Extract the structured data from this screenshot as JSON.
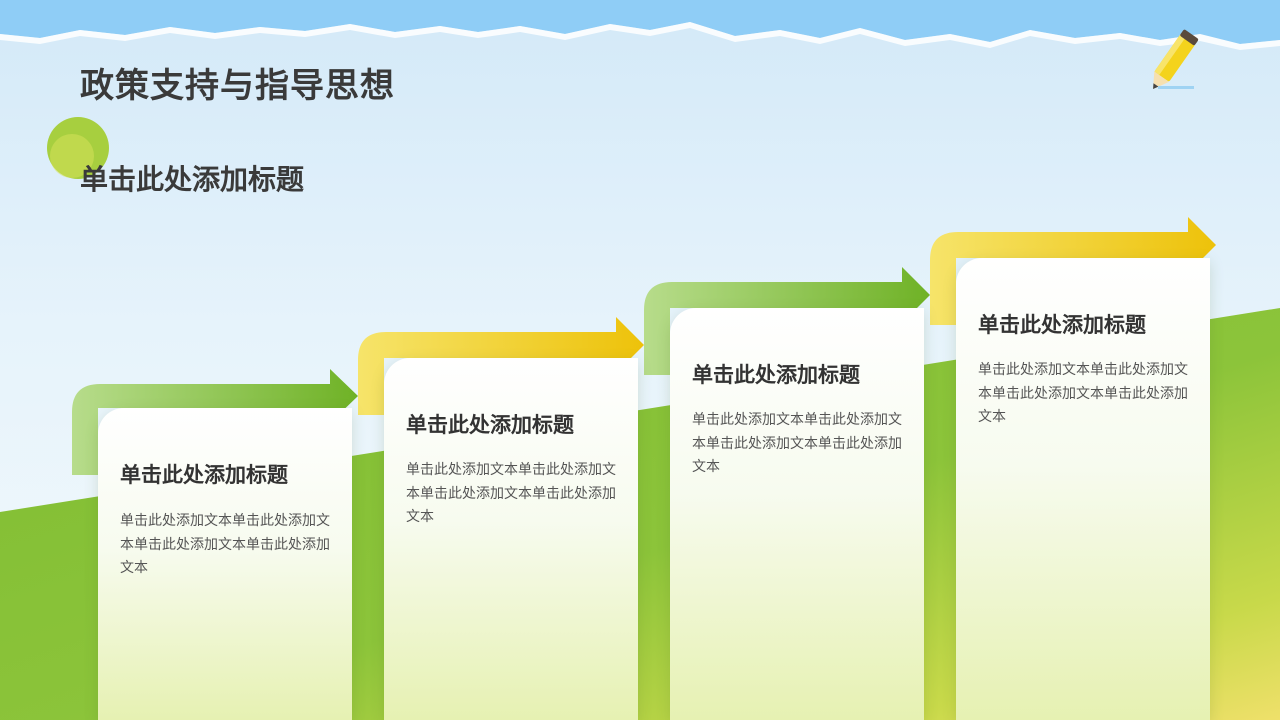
{
  "slide": {
    "title": "政策支持与指导思想",
    "subtitle": "单击此处添加标题"
  },
  "icons": {
    "pencil": "pencil-icon",
    "dot": "circle-decoration"
  },
  "colors": {
    "sky": "#8ccaf5",
    "grass": "#7cb92e",
    "yellow": "#f2cc0c",
    "text": "#3a3a3a"
  },
  "steps": [
    {
      "title": "单击此处添加标题",
      "text": "单击此处添加文本单击此处添加文本单击此处添加文本单击此处添加文本",
      "accent": "green"
    },
    {
      "title": "单击此处添加标题",
      "text": "单击此处添加文本单击此处添加文本单击此处添加文本单击此处添加文本",
      "accent": "yellow"
    },
    {
      "title": "单击此处添加标题",
      "text": "单击此处添加文本单击此处添加文本单击此处添加文本单击此处添加文本",
      "accent": "green"
    },
    {
      "title": "单击此处添加标题",
      "text": "单击此处添加文本单击此处添加文本单击此处添加文本单击此处添加文本",
      "accent": "yellow"
    }
  ]
}
